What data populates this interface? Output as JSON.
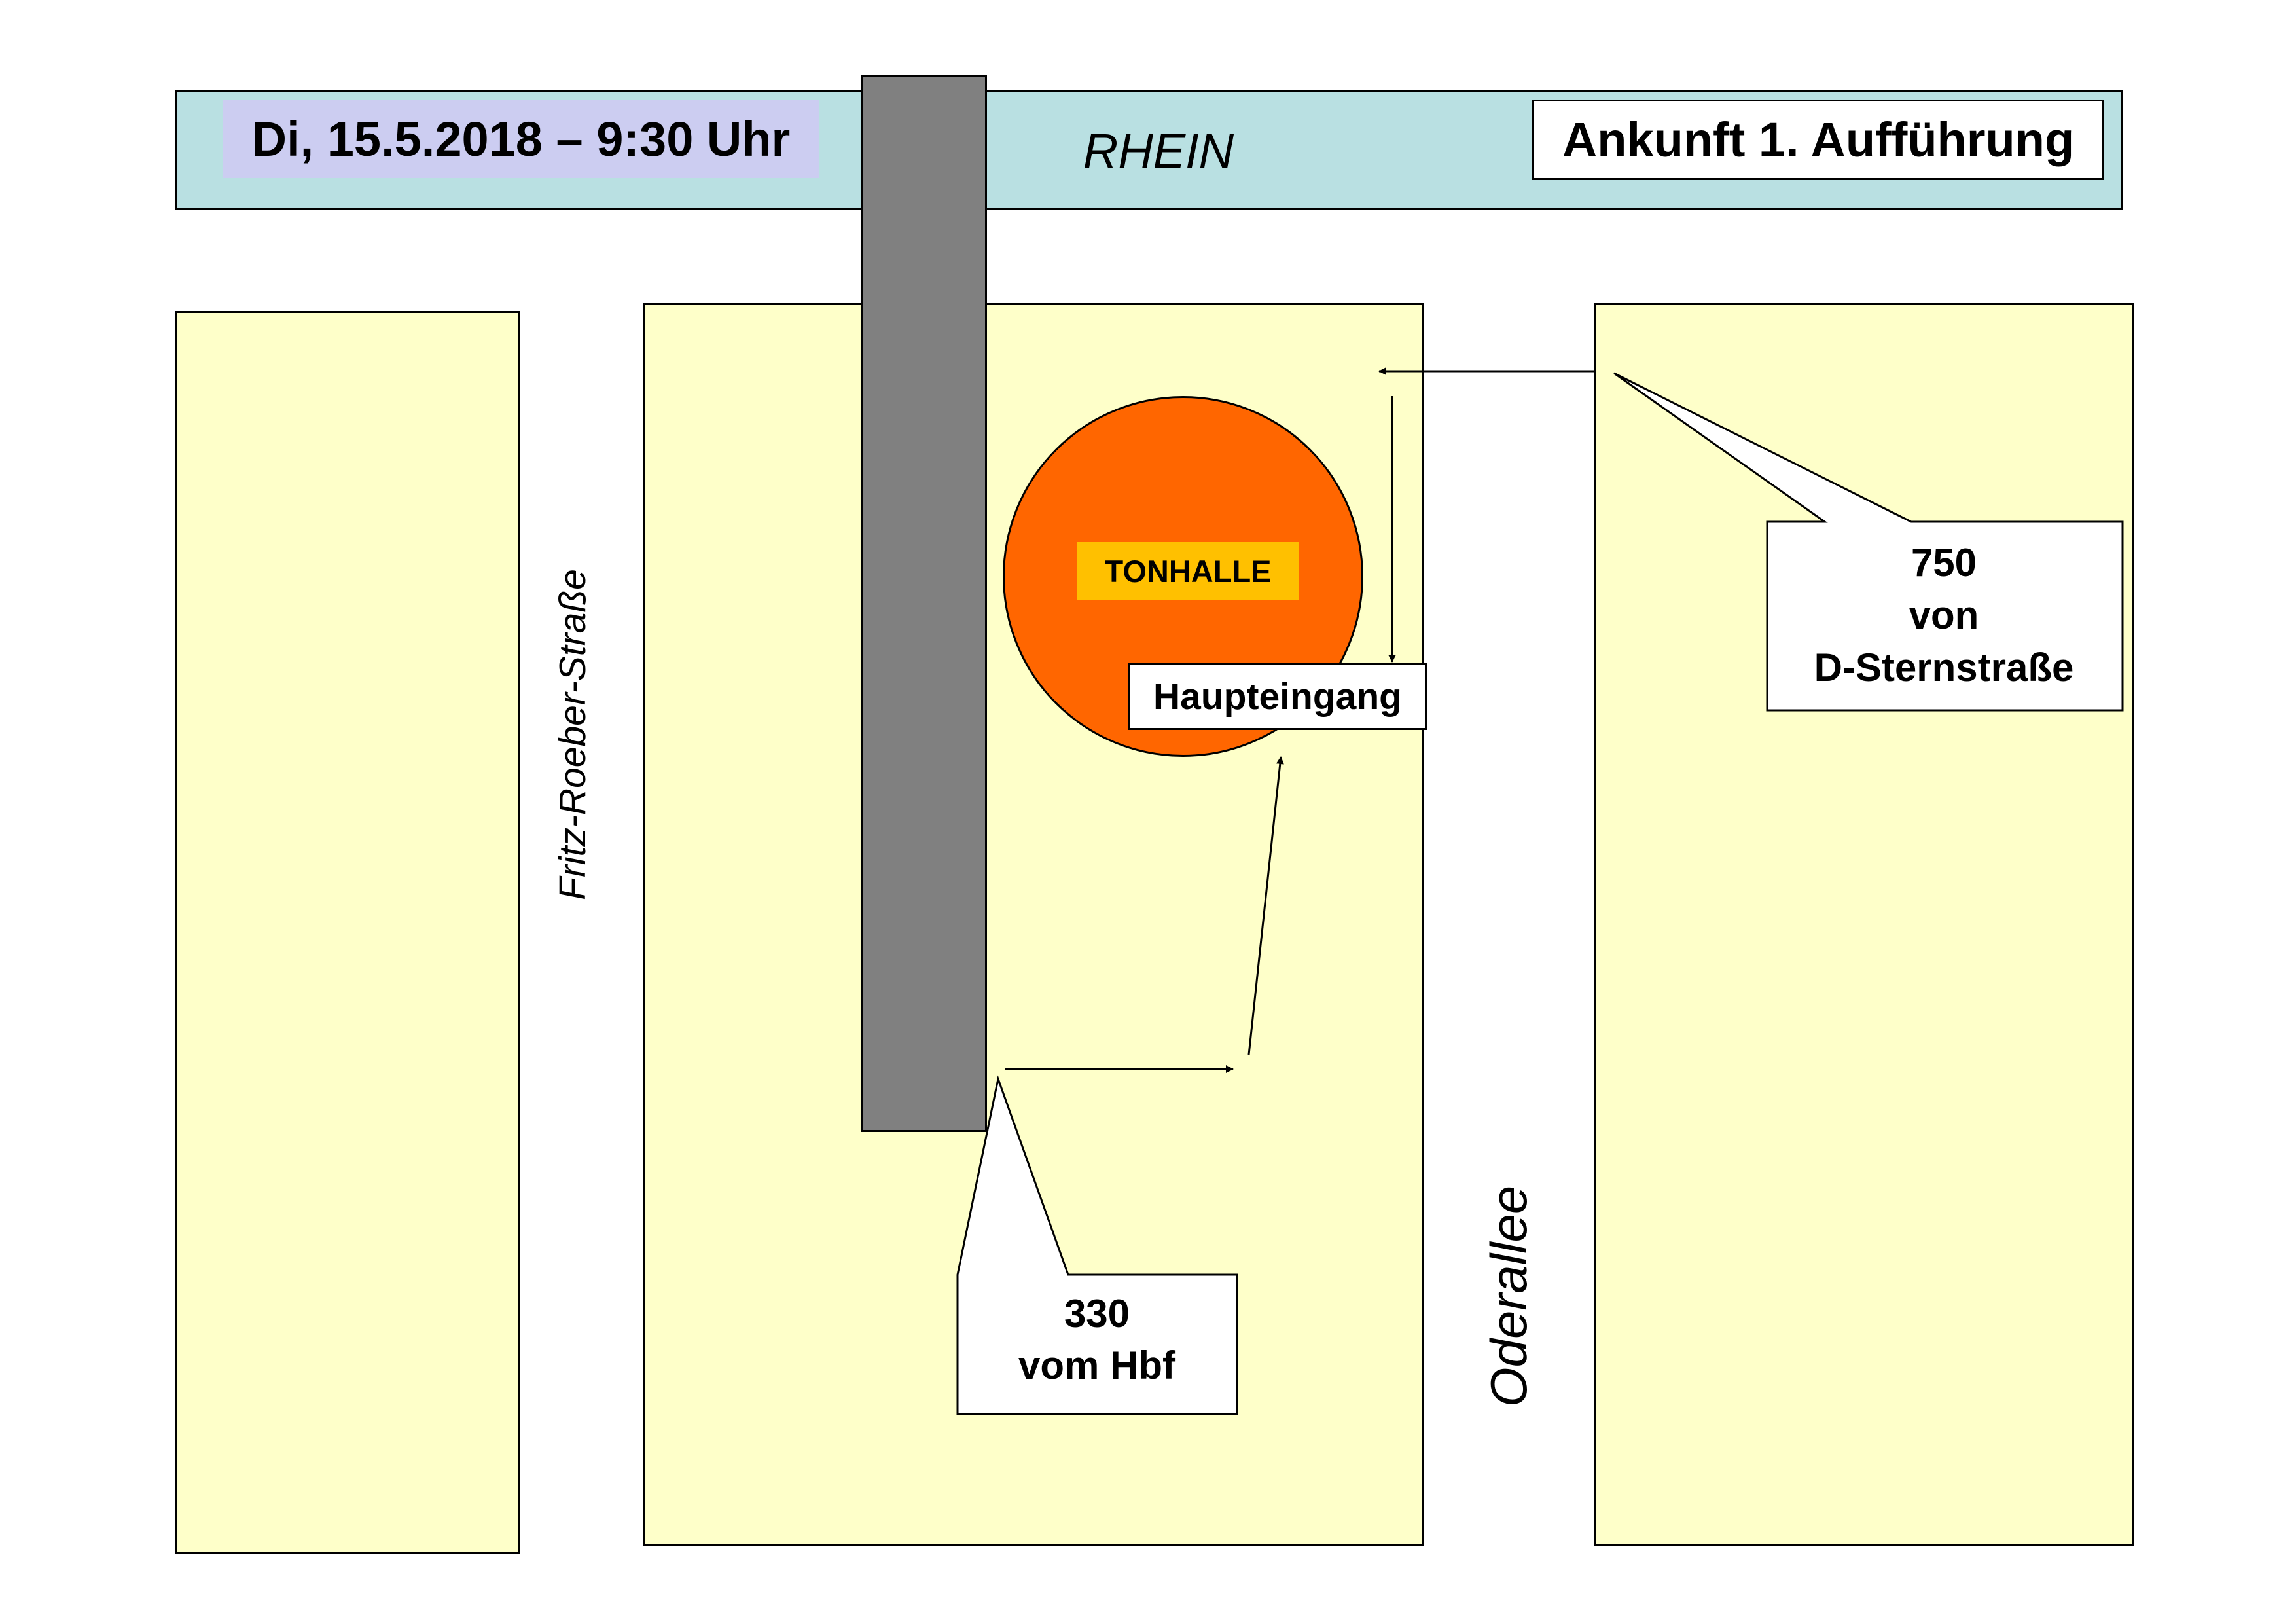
{
  "header": {
    "date_time": "Di, 15.5.2018 – 9:30 Uhr",
    "event": "Ankunft 1. Aufführung"
  },
  "map": {
    "river_label": "RHEIN",
    "venue_label": "TONHALLE",
    "entrance_label": "Haupteingang",
    "streets": {
      "west": "Fritz-Roeber-Straße",
      "east": "Oderallee"
    }
  },
  "callouts": {
    "south": {
      "line1": "330",
      "line2": "vom Hbf"
    },
    "east": {
      "line1": "750",
      "line2": "von",
      "line3": "D-Sternstraße"
    }
  },
  "colors": {
    "river": "#b9e0e2",
    "date_box": "#cccdf1",
    "block": "#feffc9",
    "bridge": "#808080",
    "venue": "#ff6600",
    "venue_label": "#ffc000"
  }
}
